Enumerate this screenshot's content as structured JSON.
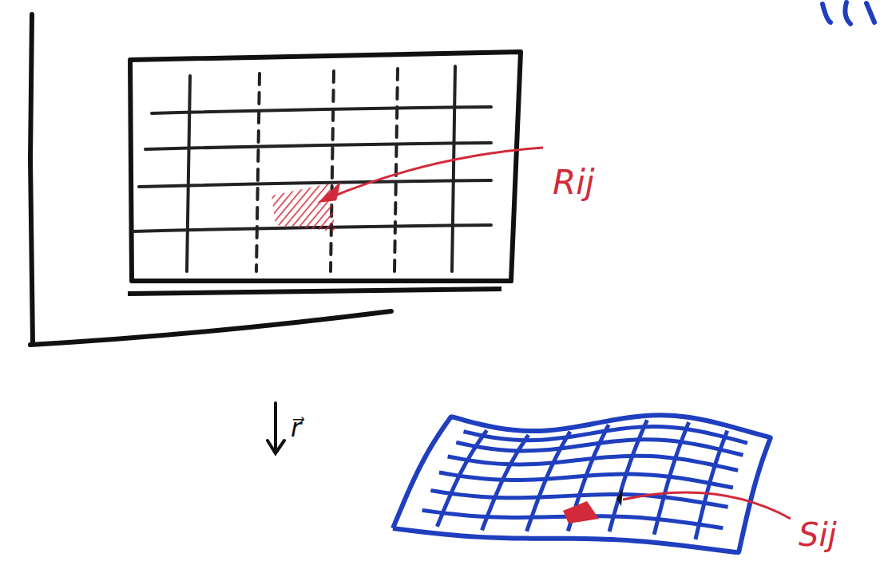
{
  "diagram": {
    "labels": [
      "Rij",
      "r⃗",
      "Sij"
    ]
  }
}
